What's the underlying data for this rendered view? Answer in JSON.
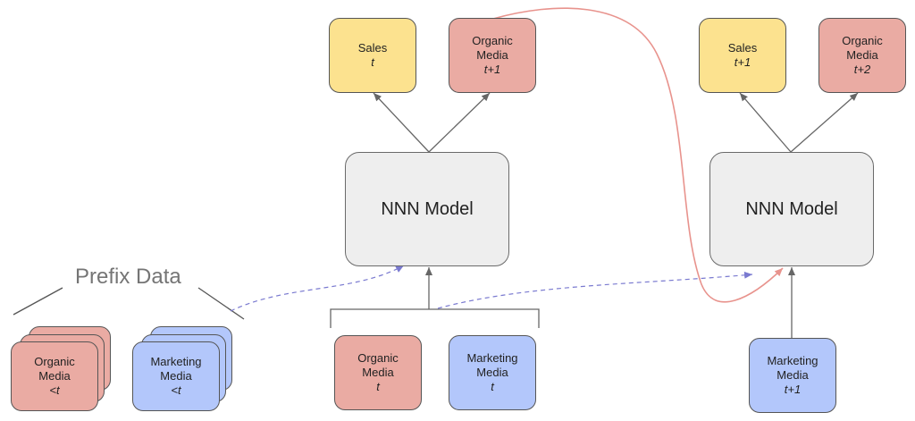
{
  "colors": {
    "sales": "#fce28f",
    "organic": "#eaaba3",
    "marketing": "#b3c7fb",
    "model": "#eeeeee",
    "feedback_curve": "#e8938d",
    "dashed": "#7a7ad0"
  },
  "prefix_label": "Prefix Data",
  "prefix": {
    "organic": {
      "line1": "Organic",
      "line2": "Media",
      "sub": "<t"
    },
    "marketing": {
      "line1": "Marketing",
      "line2": "Media",
      "sub": "<t"
    }
  },
  "step1": {
    "model": "NNN Model",
    "sales": {
      "line1": "Sales",
      "sub": "t"
    },
    "organic_out": {
      "line1": "Organic",
      "line2": "Media",
      "sub": "t+1"
    },
    "organic_in": {
      "line1": "Organic",
      "line2": "Media",
      "sub": "t"
    },
    "marketing_in": {
      "line1": "Marketing",
      "line2": "Media",
      "sub": "t"
    }
  },
  "step2": {
    "model": "NNN Model",
    "sales": {
      "line1": "Sales",
      "sub": "t+1"
    },
    "organic_out": {
      "line1": "Organic",
      "line2": "Media",
      "sub": "t+2"
    },
    "marketing_in": {
      "line1": "Marketing",
      "line2": "Media",
      "sub": "t+1"
    }
  }
}
